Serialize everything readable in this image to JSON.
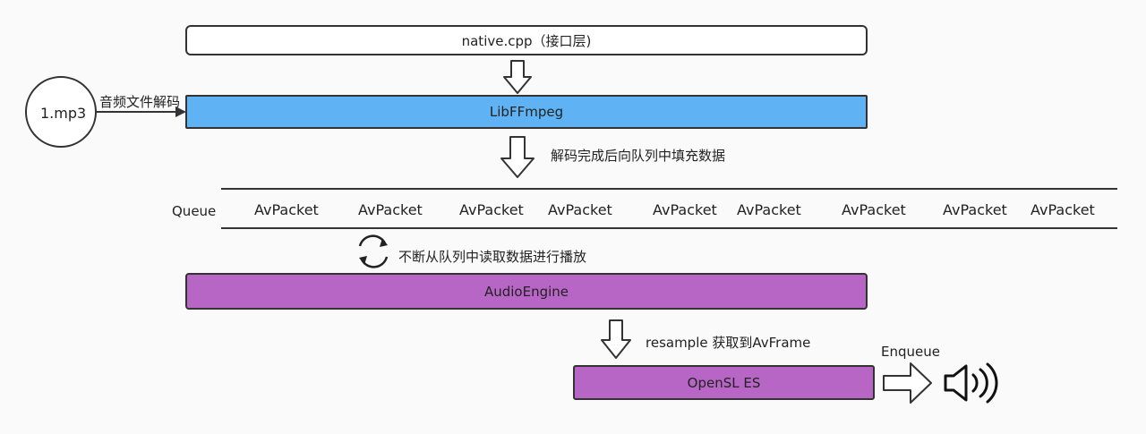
{
  "boxes": {
    "native": "native.cpp（接口层)",
    "libffmpeg": "LibFFmpeg",
    "audio_engine": "AudioEngine",
    "opensl": "OpenSL ES"
  },
  "input_file": "1.mp3",
  "labels": {
    "decode_audio": "音频文件解码",
    "fill_queue": "解码完成后向队列中填充数据",
    "read_queue": "不断从队列中读取数据进行播放",
    "resample": "resample 获取到AvFrame",
    "enqueue": "Enqueue"
  },
  "queue": {
    "label": "Queue",
    "packets": [
      "AvPacket",
      "AvPacket",
      "AvPacket",
      "AvPacket",
      "AvPacket",
      "AvPacket",
      "AvPacket",
      "AvPacket",
      "AvPacket"
    ]
  },
  "colors": {
    "libffmpeg": "#5fb3f5",
    "audio_engine": "#b866c6",
    "opensl": "#b866c6",
    "native": "#ffffff"
  }
}
